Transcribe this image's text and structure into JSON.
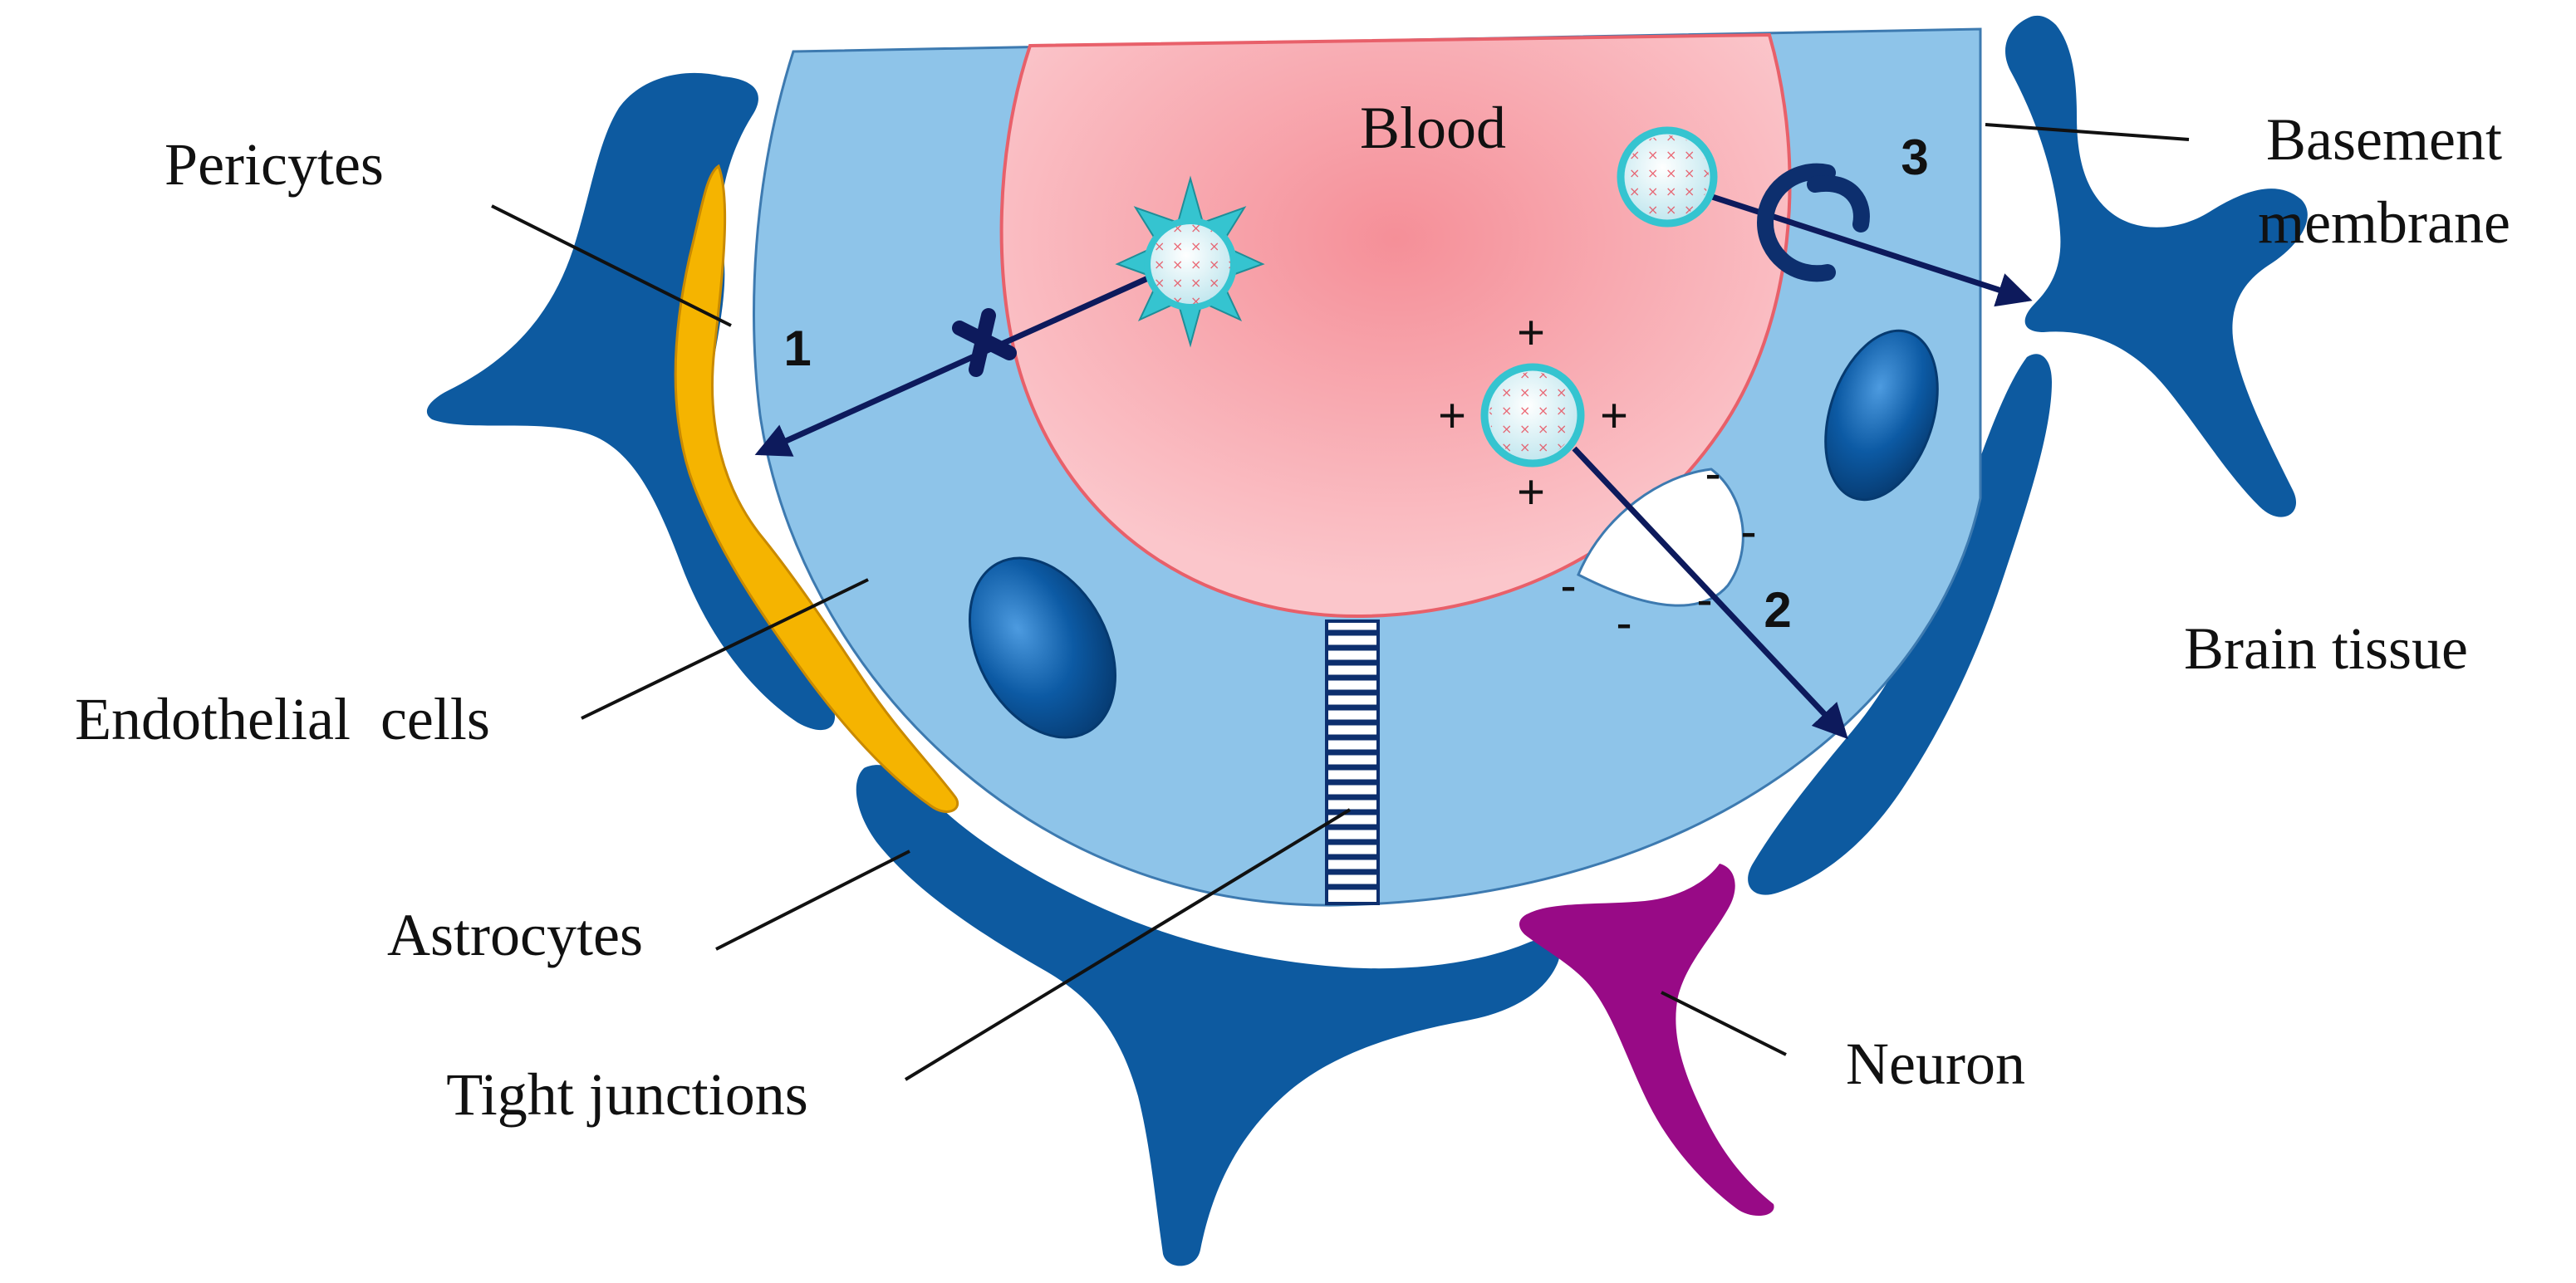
{
  "labels": {
    "blood": "Blood",
    "pericytes": "Pericytes",
    "basement_line1": "Basement",
    "basement_line2": "membrane",
    "brain_tissue": "Brain tissue",
    "endothelial": "Endothelial  cells",
    "astrocytes": "Astrocytes",
    "tight_junctions": "Tight junctions",
    "neuron": "Neuron"
  },
  "routes": {
    "r1": "1",
    "r2": "2",
    "r3": "3"
  },
  "charges": {
    "positive": "+",
    "negative": "-"
  },
  "colors": {
    "endothelium": "#8ec4e9",
    "endothelium_stroke": "#3d7ab0",
    "blood_center": "#f58f98",
    "blood_edge": "#fbc6cb",
    "blood_stroke": "#e8606a",
    "astrocyte": "#0d5aa0",
    "pericyte": "#f5b400",
    "neuron": "#980a86",
    "arrow": "#0d1a5c",
    "nanoparticle": "#c6eef4",
    "ligand": "#35c4d0"
  }
}
